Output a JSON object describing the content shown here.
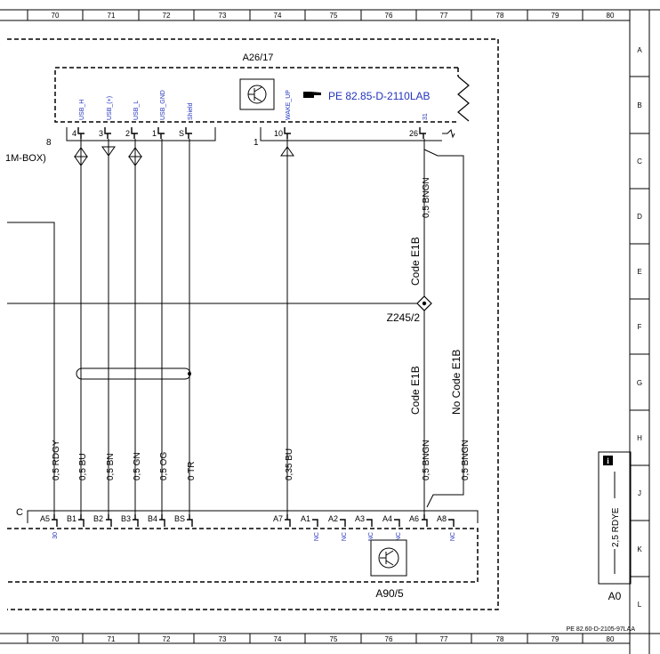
{
  "border": {
    "columns": [
      "70",
      "71",
      "72",
      "73",
      "74",
      "75",
      "76",
      "77",
      "78",
      "79",
      "80"
    ],
    "rows": [
      "A",
      "B",
      "C",
      "D",
      "E",
      "F",
      "G",
      "H",
      "J",
      "K",
      "L"
    ]
  },
  "components": {
    "top_module": "A26/17",
    "top_reference": "PE 82.85-D-2110LAB",
    "bottom_module": "A90/5",
    "splice": "Z245/2",
    "connector_c": "C",
    "legend_box": "A0",
    "legend_wire": "2,5 RDYE",
    "left_connector_number": "8",
    "left_connector_label": "1M-BOX)",
    "mid_connector_number": "1",
    "sheet_reference": "PE 82.60-D-2105-97LAA"
  },
  "top_pins": [
    {
      "num": "4",
      "signal": "USB_H"
    },
    {
      "num": "3",
      "signal": "USB_(+)"
    },
    {
      "num": "2",
      "signal": "USB_L"
    },
    {
      "num": "1",
      "signal": "USB_GND"
    },
    {
      "num": "S",
      "signal": "Shield"
    },
    {
      "num": "10",
      "signal": "WAKE_UP"
    },
    {
      "num": "26",
      "signal": "31"
    }
  ],
  "wires": [
    {
      "label": "0,5 RDGY"
    },
    {
      "label": "0,5 BU"
    },
    {
      "label": "0,5 BN"
    },
    {
      "label": "0,5 GN"
    },
    {
      "label": "0,5 OG"
    },
    {
      "label": "0 TR"
    },
    {
      "label": "0,35 BU"
    },
    {
      "label": "0,5 BNGN"
    },
    {
      "label": "0,5 BNGN"
    },
    {
      "label": "0,5 BNGN"
    }
  ],
  "codes": {
    "upper": "Code E1B",
    "lower": "Code E1B",
    "alt": "No Code E1B"
  },
  "bottom_pins": [
    {
      "num": "A5",
      "note": "30"
    },
    {
      "num": "B1",
      "note": ""
    },
    {
      "num": "B2",
      "note": ""
    },
    {
      "num": "B3",
      "note": ""
    },
    {
      "num": "B4",
      "note": ""
    },
    {
      "num": "BS",
      "note": ""
    },
    {
      "num": "A7",
      "note": ""
    },
    {
      "num": "A1",
      "note": "NC"
    },
    {
      "num": "A2",
      "note": "NC"
    },
    {
      "num": "A3",
      "note": "NC"
    },
    {
      "num": "A4",
      "note": "NC"
    },
    {
      "num": "A6",
      "note": ""
    },
    {
      "num": "A8",
      "note": "NC"
    }
  ]
}
